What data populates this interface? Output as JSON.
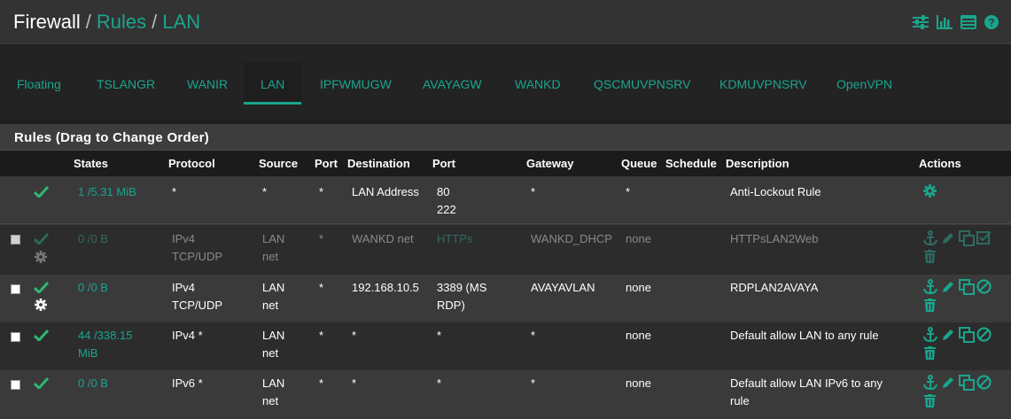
{
  "breadcrumb": {
    "firewall": "Firewall",
    "rules": "Rules",
    "lan": "LAN",
    "sep": "/"
  },
  "header_icons": [
    "sliders-icon",
    "bar-chart-icon",
    "list-table-icon",
    "help-icon"
  ],
  "tabs": [
    {
      "label": "Floating"
    },
    {
      "label": "TSLANGR"
    },
    {
      "label": "WANIR"
    },
    {
      "label": "LAN",
      "active": true
    },
    {
      "label": "IPFWMUGW"
    },
    {
      "label": "AVAYAGW"
    },
    {
      "label": "WANKD"
    },
    {
      "label": "QSCMUVPNSRV"
    },
    {
      "label": "KDMUVPNSRV"
    },
    {
      "label": "OpenVPN"
    }
  ],
  "panel": {
    "title": "Rules (Drag to Change Order)",
    "columns": {
      "states": "States",
      "protocol": "Protocol",
      "source": "Source",
      "port1": "Port",
      "destination": "Destination",
      "port2": "Port",
      "gateway": "Gateway",
      "queue": "Queue",
      "schedule": "Schedule",
      "description": "Description",
      "actions": "Actions"
    }
  },
  "rows": [
    {
      "states": "1 /5.31 MiB",
      "protocol": "*",
      "protocol2": "",
      "source": "*",
      "source2": "",
      "port1": "*",
      "destination": "LAN Address",
      "port2": "80",
      "port2b": "222",
      "gateway": "*",
      "queue": "*",
      "description": "Anti-Lockout Rule",
      "description2": ""
    },
    {
      "states": "0 /0 B",
      "protocol": "IPv4",
      "protocol2": "TCP/UDP",
      "source": "LAN",
      "source2": "net",
      "port1": "*",
      "destination": "WANKD net",
      "port2": "HTTPs",
      "port2b": "",
      "gateway": "WANKD_DHCP",
      "queue": "none",
      "description": "HTTPsLAN2Web",
      "description2": ""
    },
    {
      "states": "0 /0 B",
      "protocol": "IPv4",
      "protocol2": "TCP/UDP",
      "source": "LAN",
      "source2": "net",
      "port1": "*",
      "destination": "192.168.10.5",
      "port2": "3389 (MS",
      "port2b": "RDP)",
      "gateway": "AVAYAVLAN",
      "queue": "none",
      "description": "RDPLAN2AVAYA",
      "description2": ""
    },
    {
      "states": "44 /338.15",
      "states2": "MiB",
      "protocol": "IPv4 *",
      "protocol2": "",
      "source": "LAN",
      "source2": "net",
      "port1": "*",
      "destination": "*",
      "port2": "*",
      "port2b": "",
      "gateway": "*",
      "queue": "none",
      "description": "Default allow LAN to any rule",
      "description2": ""
    },
    {
      "states": "0 /0 B",
      "protocol": "IPv6 *",
      "protocol2": "",
      "source": "LAN",
      "source2": "net",
      "port1": "*",
      "destination": "*",
      "port2": "*",
      "port2b": "",
      "gateway": "*",
      "queue": "none",
      "description": "Default allow LAN IPv6 to any",
      "description2": "rule"
    }
  ],
  "colors": {
    "accent": "#1aa58d",
    "check": "#2eb872",
    "header_bg": "#333333",
    "row_a": "#3a3a3a",
    "row_b": "#2c2c2c"
  }
}
